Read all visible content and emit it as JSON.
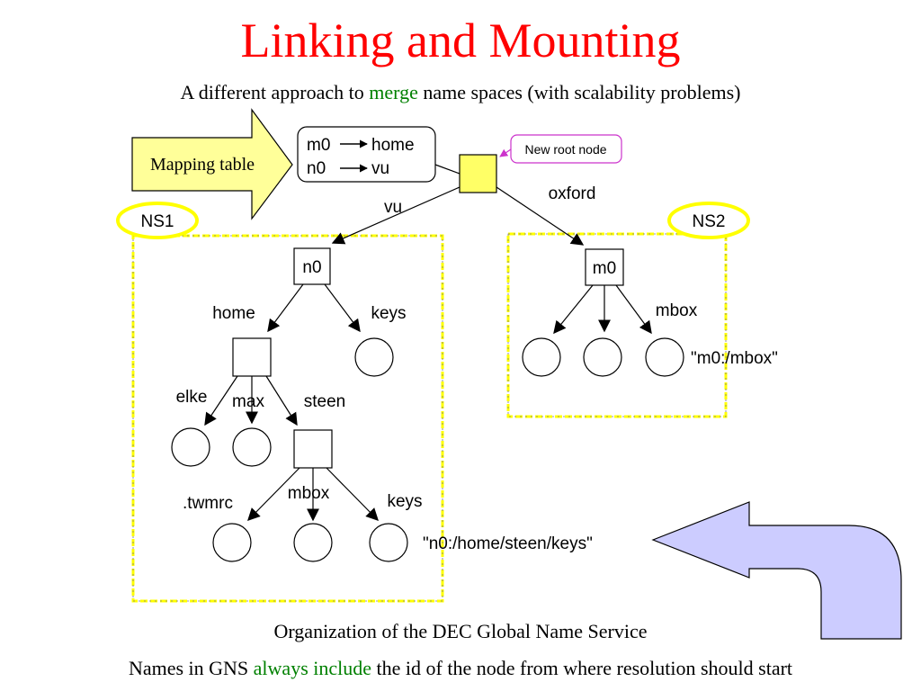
{
  "title": "Linking and Mounting",
  "subtitle": {
    "before": "A different approach to ",
    "highlight": "merge",
    "after": " name spaces (with scalability problems)"
  },
  "mapping_arrow_label": "Mapping table",
  "mapping_table": {
    "rows": [
      {
        "from": "m0",
        "to": "home"
      },
      {
        "from": "n0",
        "to": "vu"
      }
    ]
  },
  "new_root_callout": "New root node",
  "namespaces": {
    "ns1": "NS1",
    "ns2": "NS2"
  },
  "edges": {
    "root_to_n0": "vu",
    "root_to_m0": "oxford",
    "n0_home": "home",
    "n0_keys": "keys",
    "home_elke": "elke",
    "home_max": "max",
    "home_steen": "steen",
    "steen_twmrc": ".twmrc",
    "steen_mbox": "mbox",
    "steen_keys": "keys",
    "m0_mbox": "mbox"
  },
  "nodes": {
    "n0": "n0",
    "m0": "m0"
  },
  "path_labels": {
    "mbox": "\"m0:/mbox\"",
    "keys": "\"n0:/home/steen/keys\""
  },
  "caption": "Organization of the DEC Global Name Service",
  "footer": {
    "before": "Names in GNS ",
    "highlight": "always include",
    "after": " the id of the node from where resolution should start"
  },
  "colors": {
    "title": "#ff0000",
    "highlight": "#008000",
    "namespace_box": "#ffff00",
    "root_node": "#ffff66",
    "mapping_arrow": "#ffff99",
    "callout_border": "#cc33cc",
    "back_arrow": "#ccccff"
  }
}
